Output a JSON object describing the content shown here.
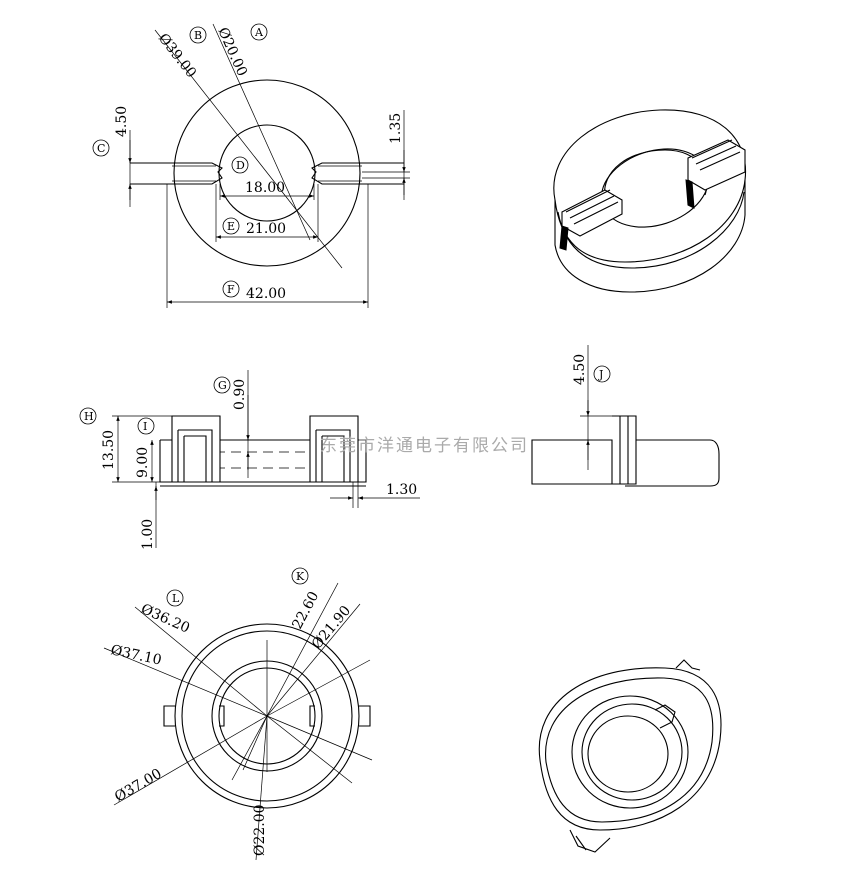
{
  "dimensions": {
    "d39": "Ø39.00",
    "d20": "Ø20.00",
    "d4_50_top": "4.50",
    "d1_35": "1.35",
    "d18": "18.00",
    "d21": "21.00",
    "d42": "42.00",
    "d0_90": "0.90",
    "d13_50": "13.50",
    "d9_00": "9.00",
    "d1_00": "1.00",
    "d1_30": "1.30",
    "d4_50_side": "4.50",
    "d36_20": "Ø36.20",
    "d37_10": "Ø37.10",
    "d37_00": "Ø37.00",
    "d22_60": "22.60",
    "d21_90": "Ø21.90",
    "d22_00": "Ø22.00"
  },
  "labels": {
    "A": "A",
    "B": "B",
    "C": "C",
    "D": "D",
    "E": "E",
    "F": "F",
    "G": "G",
    "H": "H",
    "I": "I",
    "J": "J",
    "K": "K",
    "L": "L"
  },
  "watermark": "东莞市洋通电子有限公司"
}
